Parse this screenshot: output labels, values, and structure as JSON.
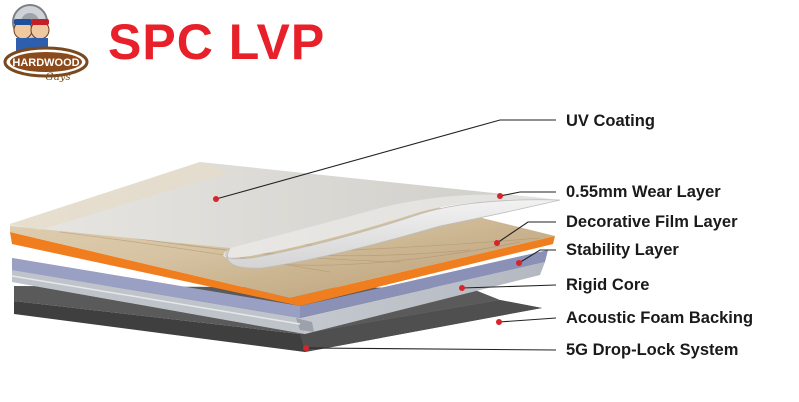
{
  "page": {
    "title": "SPC LVP"
  },
  "logo": {
    "name": "HARDWOOD",
    "script": "Guys"
  },
  "colors": {
    "title_red": "#e8202a",
    "callout_dot": "#d8232a",
    "wood_light": "#d9c6a6",
    "wood_dark": "#b89868",
    "film_orange": "#f07e1e",
    "stability_blue": "#8c92b8",
    "core_gray": "#c9ccd2",
    "backing_dark": "#4a4a4a"
  },
  "layers": [
    {
      "label": "UV Coating"
    },
    {
      "label": "0.55mm Wear Layer"
    },
    {
      "label": "Decorative Film Layer"
    },
    {
      "label": "Stability Layer"
    },
    {
      "label": "Rigid Core"
    },
    {
      "label": "Acoustic Foam Backing"
    },
    {
      "label": "5G Drop-Lock System"
    }
  ]
}
